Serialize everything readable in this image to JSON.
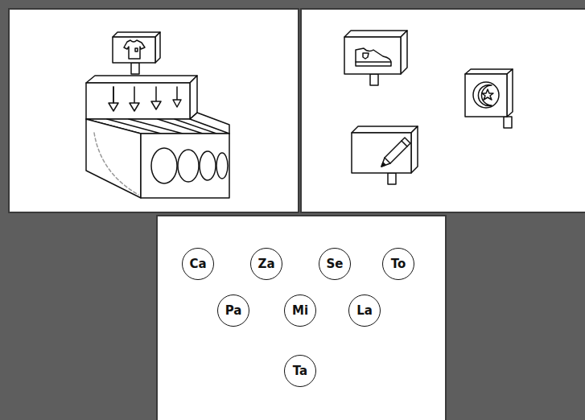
{
  "diagram": {
    "nodes": [
      {
        "text": [
          "Ca"
        ]
      },
      {
        "text": [
          "Za"
        ]
      },
      {
        "text": [
          "Se"
        ]
      },
      {
        "text": [
          "To"
        ]
      },
      {
        "text": [
          "Pa"
        ]
      },
      {
        "text": [
          "Mi"
        ]
      },
      {
        "text": [
          "La"
        ]
      },
      {
        "text": [
          "Ta"
        ]
      }
    ]
  }
}
